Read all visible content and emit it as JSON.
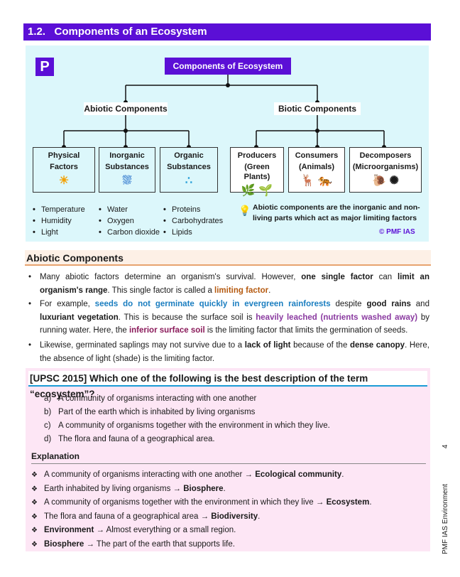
{
  "section": {
    "number": "1.2.",
    "title": "Components of an Ecosystem"
  },
  "diagram": {
    "logo": "P",
    "root": "Components of Ecosystem",
    "abiotic": "Abiotic Components",
    "biotic": "Biotic Components",
    "leaves": [
      {
        "line1": "Physical",
        "line2": "Factors",
        "icon": "☀"
      },
      {
        "line1": "Inorganic",
        "line2": "Substances",
        "icon": "⛆"
      },
      {
        "line1": "Organic",
        "line2": "Substances",
        "icon": "∴"
      },
      {
        "line1": "Producers",
        "line2": "(Green Plants)",
        "icon": "🌿 🌱"
      },
      {
        "line1": "Consumers",
        "line2": "(Animals)",
        "icon": "🦌 🐅"
      },
      {
        "line1": "Decomposers",
        "line2": "(Microorganisms)",
        "icon": "🐌 ✺"
      }
    ],
    "physical_list": [
      "Temperature",
      "Humidity",
      "Light"
    ],
    "inorganic_list": [
      "Water",
      "Oxygen",
      "Carbon dioxide"
    ],
    "organic_list": [
      "Proteins",
      "Carbohydrates",
      "Lipids"
    ],
    "note": "Abiotic components are the inorganic and non-living parts which act as major limiting factors",
    "copyright": "© PMF IAS"
  },
  "abiotic_heading": "Abiotic Components",
  "paragraphs": {
    "p1": {
      "a": "Many abiotic factors determine an organism's survival. However, ",
      "b1": "one single factor",
      "c": " can ",
      "b2": "limit an organism's range",
      "d": ". This single factor is called a ",
      "hl": "limiting factor",
      "e": "."
    },
    "p2": {
      "a": "For example, ",
      "hl1": "seeds do not germinate quickly in evergreen rainforests",
      "b": " despite ",
      "b1": "good rains",
      "c": " and ",
      "b2": "luxuriant vegetation",
      "d": ". This is because the surface soil is ",
      "hl2": "heavily leached (nutrients washed away)",
      "e": " by running water. Here, the ",
      "hl3": "inferior surface soil",
      "f": " is the limiting factor that limits the germination of seeds."
    },
    "p3": {
      "a": "Likewise, germinated saplings may not survive due to a ",
      "b1": "lack of light",
      "c": " because of the ",
      "b2": "dense canopy",
      "d": ". Here, the absence of light (shade) is the limiting factor."
    }
  },
  "question": {
    "title": "[UPSC 2015] Which one of the following is the best description of the term “ecosystem”?",
    "options": [
      {
        "label": "a)",
        "text": "A community of organisms interacting with one another"
      },
      {
        "label": "b)",
        "text": "Part of the earth which is inhabited by living organisms"
      },
      {
        "label": "c)",
        "text": "A community of organisms together with the environment in which they live."
      },
      {
        "label": "d)",
        "text": "The flora and fauna of a geographical area."
      }
    ],
    "explanation_title": "Explanation",
    "explanations": [
      {
        "pre": "A community of organisms interacting with one another → ",
        "bold": "Ecological community",
        "post": "."
      },
      {
        "pre": "Earth inhabited by living organisms → ",
        "bold": "Biosphere",
        "post": "."
      },
      {
        "pre": "A community of organisms together with the environment in which they live → ",
        "bold": "Ecosystem",
        "post": "."
      },
      {
        "pre": "The flora and fauna of a geographical area → ",
        "bold": "Biodiversity",
        "post": "."
      },
      {
        "boldfirst": "Environment",
        "rest": " → Almost everything or a small region."
      },
      {
        "boldfirst": "Biosphere",
        "rest": " → The part of the earth that supports life."
      }
    ]
  },
  "footer": {
    "book": "PMF IAS Environment",
    "page": "4"
  },
  "colors": {
    "purple": "#5b0fd6",
    "diagram_bg": "#dcf7fb",
    "question_bg": "#fde6f5",
    "accent_blue": "#1b7ec0",
    "accent_brown": "#b55a10"
  }
}
